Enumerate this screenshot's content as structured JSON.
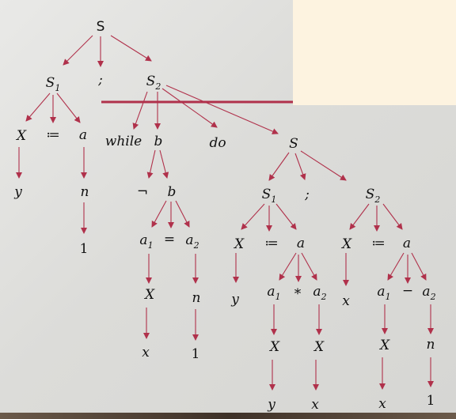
{
  "colors": {
    "accent": "#b0314b",
    "note_box": "#fdf3e0",
    "text": "#111111"
  },
  "tree": {
    "nodes": {
      "root": "S",
      "s1": "S",
      "s1_sub": "1",
      "semi": ";",
      "s2": "S",
      "s2_sub": "2",
      "l_x": "𝑋",
      "l_assign": "≔",
      "l_a": "a",
      "l_y": "y",
      "l_n": "n",
      "l_1": "1",
      "while": "while",
      "b": "b",
      "do": "do",
      "s3": "S",
      "neg": "¬",
      "b2": "b",
      "a1": "a",
      "a1_sub": "1",
      "eq": "=",
      "a2": "a",
      "a2_sub": "2",
      "m_X": "𝑋",
      "m_n": "n",
      "m_x": "x",
      "m_1": "1",
      "s31": "S",
      "s31_sub": "1",
      "semi2": ";",
      "s32": "S",
      "s32_sub": "2",
      "p_X": "𝑋",
      "p_assign": "≔",
      "p_a": "a",
      "p_y": "y",
      "p_a1": "a",
      "p_a1_sub": "1",
      "p_times": "*",
      "p_a2": "a",
      "p_a2_sub": "2",
      "p_X1": "𝑋",
      "p_X2": "𝑋",
      "p_y2": "y",
      "p_x": "x",
      "q_X": "𝑋",
      "q_assign": "≔",
      "q_a": "a",
      "q_x": "x",
      "q_a1": "a",
      "q_a1_sub": "1",
      "q_minus": "−",
      "q_a2": "a",
      "q_a2_sub": "2",
      "q_X1": "𝑋",
      "q_n": "n",
      "q_x2": "x",
      "q_1": "1"
    }
  }
}
